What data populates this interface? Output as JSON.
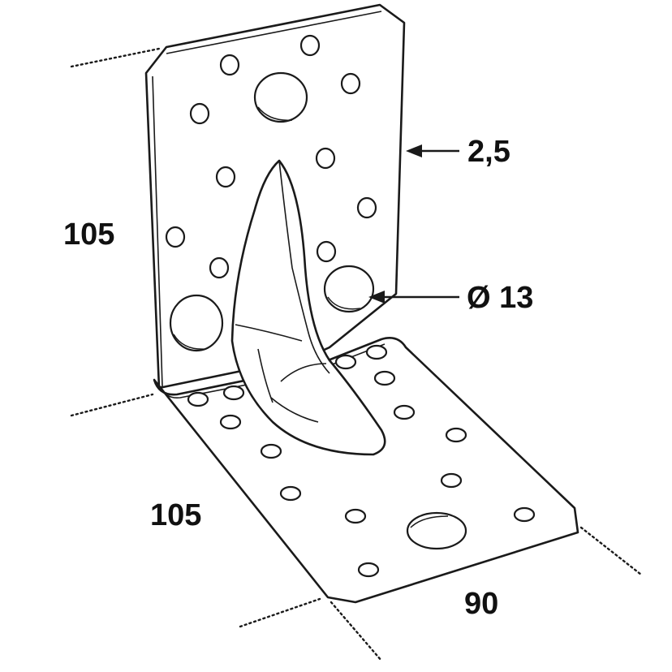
{
  "labels": {
    "height": "105",
    "depth": "105",
    "width": "90",
    "thickness": "2,5",
    "hole_diameter": "Ø 13"
  }
}
